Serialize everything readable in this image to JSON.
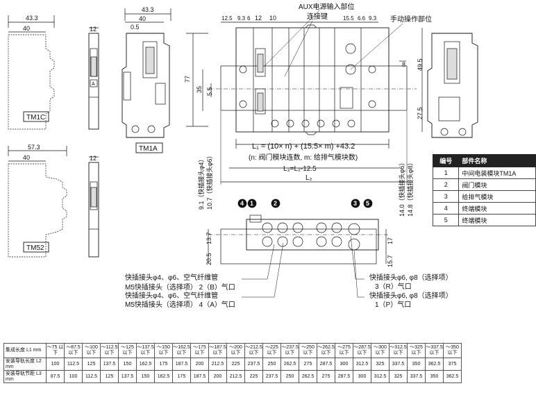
{
  "views": {
    "tm1c": {
      "dim_total": "43.3",
      "dim_body": "40",
      "dim_side": "12",
      "label": "TM1C"
    },
    "tm52": {
      "dim_total": "57.3",
      "dim_body": "40",
      "dim_side": "12",
      "label": "TM52"
    },
    "tm1a": {
      "dim_total": "43.3",
      "dim_body": "40",
      "dim_offset": "0.5",
      "dim_height": "77",
      "dim_35": "35",
      "dim_55": "5.5",
      "label": "TM1A"
    },
    "front": {
      "top_dims": [
        "12.5",
        "9.3",
        "6",
        "12",
        "10",
        "15.5",
        "6.6",
        "9.3"
      ],
      "dim_8": "8",
      "dim_495": "49.5",
      "dim_275": "27.5",
      "aux_label": "AUX电源输入部位",
      "connector_label": "连接键",
      "manual_label": "手动操作部位",
      "l1_formula": "L₁ = (10× n) + (15.5× m) +43.2",
      "l1_note": "(n: 阀门模块连数, m: 给排气模块数)",
      "l3_formula": "L₃=L₂-12.5",
      "l2_label": "L₂",
      "left_vert_1": "9.1（快插接头φ4）",
      "left_vert_2": "10.7（快插接头φ6）",
      "right_vert_1": "14.0（快插接头φ6）",
      "right_vert_2": "14.8（快插接头φ8）"
    },
    "bottom": {
      "dim_137": "13.7",
      "dim_205": "20.5",
      "dim_17": "17",
      "dim_157": "15.7",
      "callout_numbers": [
        "4",
        "1",
        "2",
        "3",
        "5"
      ],
      "left_notes": [
        "快插接头φ4、φ6、空气纤维管",
        "M5快插接头（选择项）  2（B）气口",
        "快插接头φ4、φ6、空气纤维管",
        "M5快插接头（选择项）  4（A）气口"
      ],
      "right_notes": [
        "快插接头φ6, φ8（选择项）",
        "3（R）气口",
        "快插接头φ6, φ8（选择项）",
        "1（P）气口"
      ]
    }
  },
  "parts_table": {
    "header_no": "编号",
    "header_name": "部件名称",
    "rows": [
      {
        "no": "1",
        "name": "中间电装模块TM1A"
      },
      {
        "no": "2",
        "name": "阀门模块"
      },
      {
        "no": "3",
        "name": "给排气模块"
      },
      {
        "no": "4",
        "name": "终端模块"
      },
      {
        "no": "5",
        "name": "终端模块"
      }
    ]
  },
  "length_table": {
    "row_labels": [
      "集成长度 L1 mm",
      "安装导轨长度 L2 mm",
      "安装导轨节距 L3 mm"
    ],
    "l1_ranges": [
      "～75 以下",
      "～87.5 以下",
      "～100 以下",
      "～112.5 以下",
      "～125 以下",
      "～137.5 以下",
      "～150 以下",
      "～162.5 以下",
      "～175 以下",
      "～187.5 以下",
      "～200 以下",
      "～212.5 以下",
      "～225 以下",
      "～237.5 以下",
      "～250 以下",
      "～262.5 以下",
      "～275 以下",
      "～287.5 以下",
      "～300 以下",
      "～312.5 以下",
      "～325 以下",
      "～337.5 以下",
      "～350 以下"
    ],
    "l2_values": [
      "100",
      "112.5",
      "125",
      "137.5",
      "150",
      "162.5",
      "175",
      "187.5",
      "200",
      "212.5",
      "225",
      "237.5",
      "250",
      "262.5",
      "275",
      "287.5",
      "300",
      "312.5",
      "325",
      "337.5",
      "350",
      "362.5",
      "375"
    ],
    "l3_values": [
      "87.5",
      "100",
      "112.5",
      "125",
      "137.5",
      "150",
      "162.5",
      "175",
      "187.5",
      "200",
      "212.5",
      "225",
      "237.5",
      "250",
      "262.5",
      "275",
      "287.5",
      "300",
      "312.5",
      "325",
      "337.5",
      "350",
      "362.5"
    ]
  }
}
